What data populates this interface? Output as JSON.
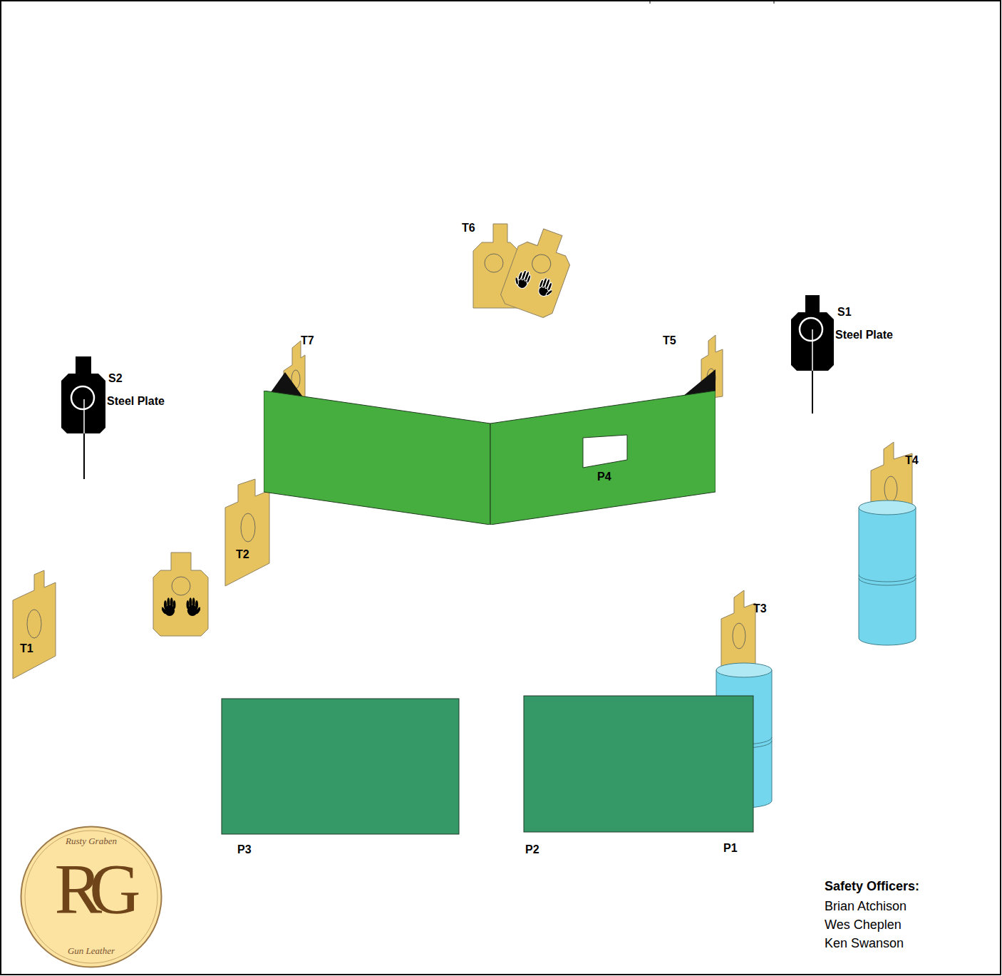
{
  "diagram": {
    "nodes": [
      {
        "text": [
          "P4"
        ]
      },
      {
        "text": [
          "Rusty Graben",
          "RG",
          "Gun Leather"
        ]
      }
    ],
    "labels": [
      "T6",
      "T7",
      "T5",
      "S1",
      "Steel Plate",
      "S2",
      "Steel Plate",
      "T4",
      "T2",
      "T3",
      "T1",
      "P3",
      "P2",
      "P1",
      "Safety Officers:",
      "Brian Atchison",
      "Wes Cheplen",
      "Ken Swanson"
    ]
  }
}
